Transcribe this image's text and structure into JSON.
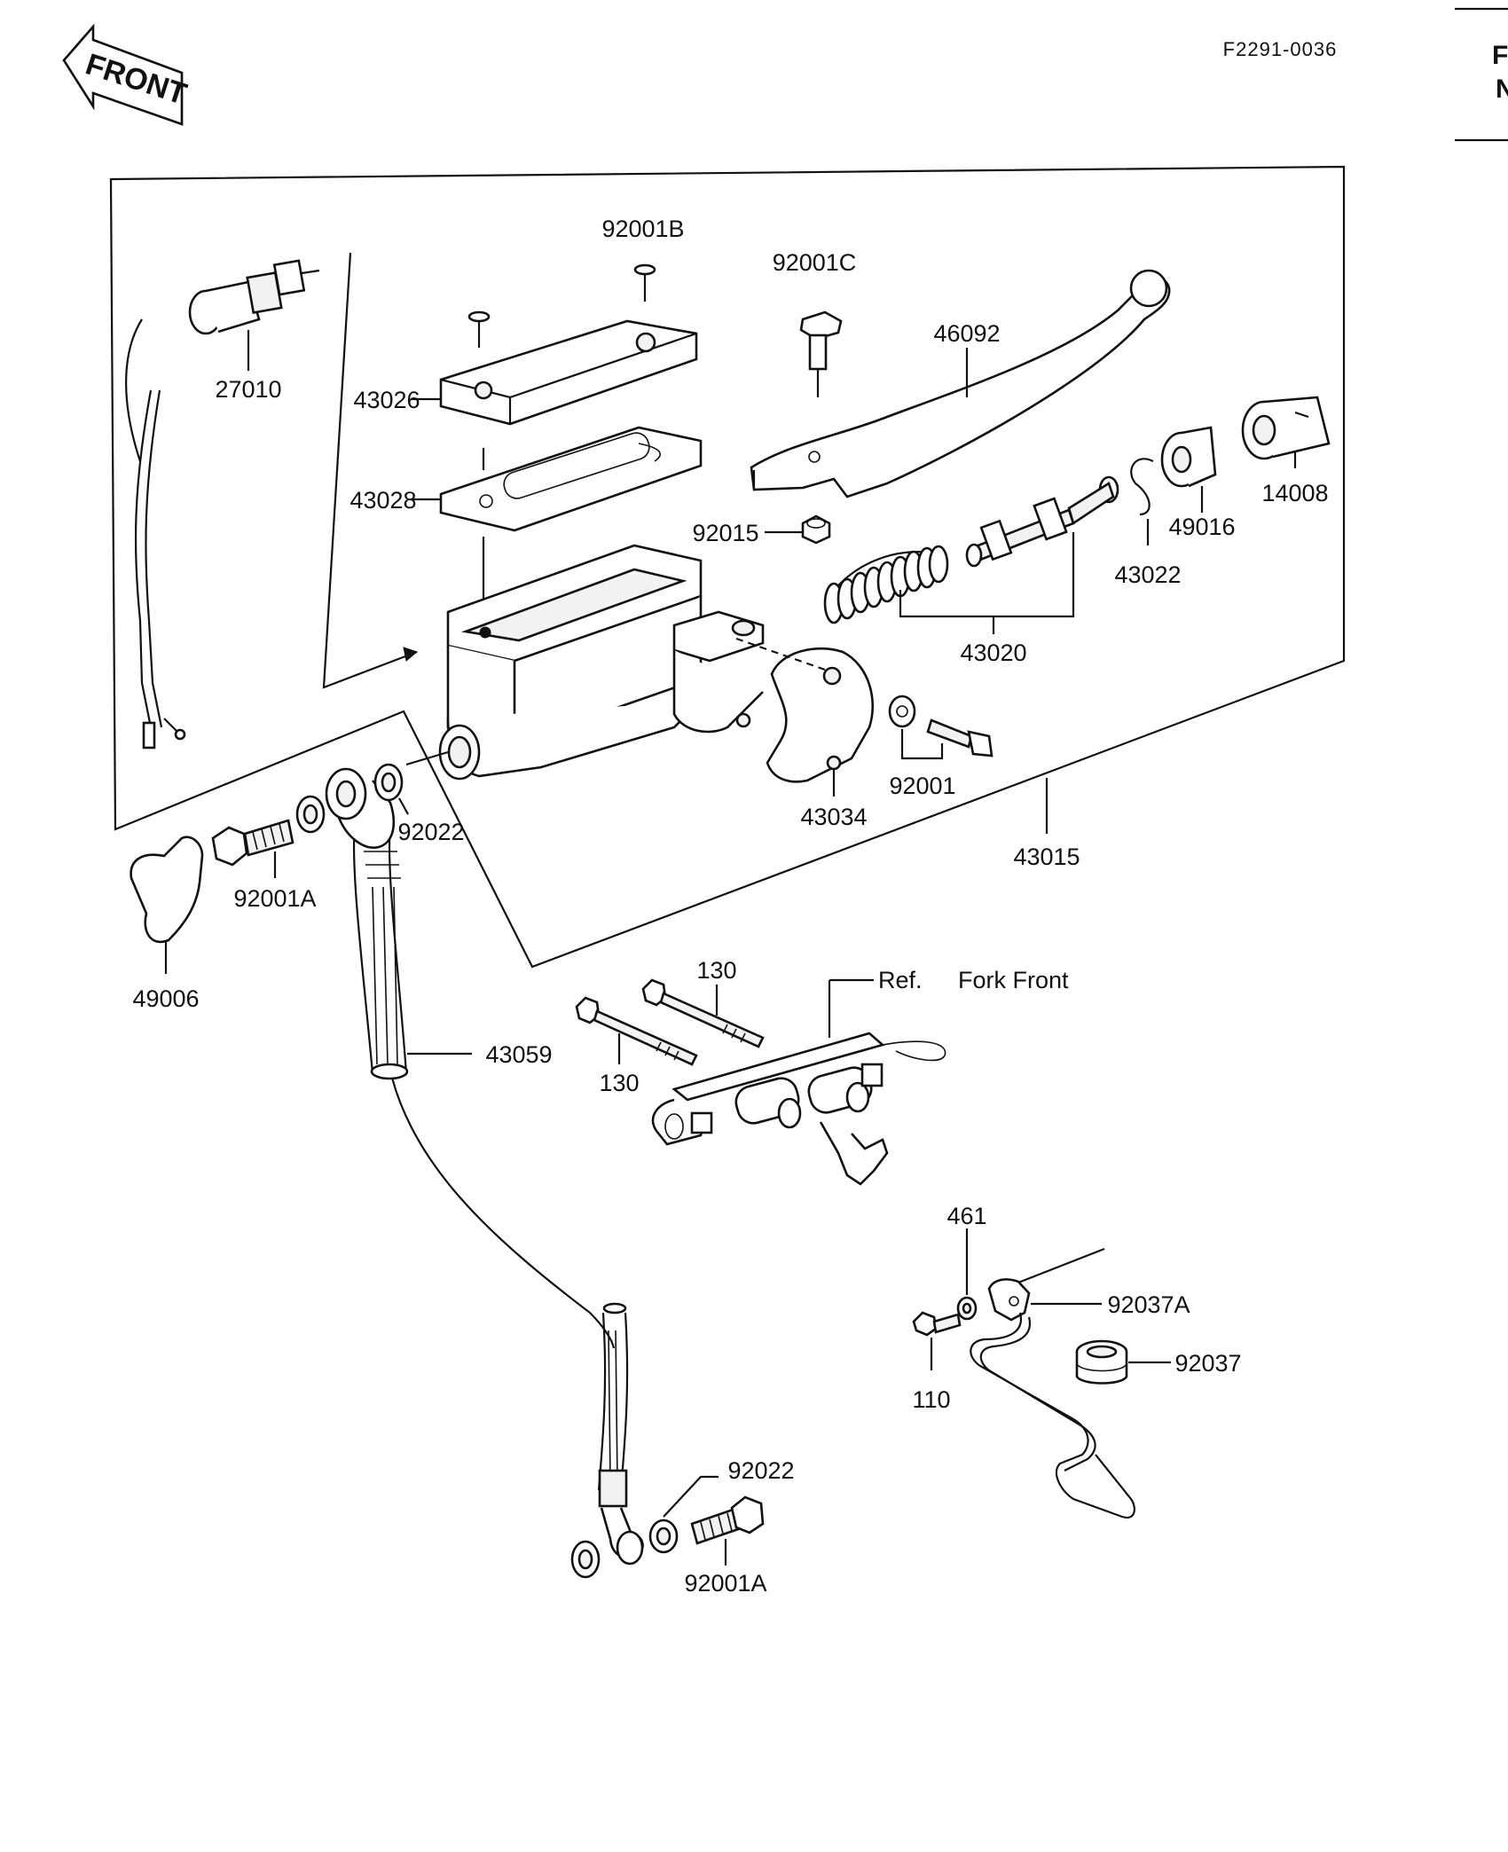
{
  "figure_code": "F2291-0036",
  "front_arrow_label": "FRONT",
  "edge_fragments": [
    "F",
    "N"
  ],
  "part_labels": {
    "p92001B": "92001B",
    "p92001C": "92001C",
    "p46092": "46092",
    "p27010": "27010",
    "p43026": "43026",
    "p43028": "43028",
    "p92015": "92015",
    "p14008": "14008",
    "p49016": "49016",
    "p43022": "43022",
    "p43020": "43020",
    "p92001": "92001",
    "p43034": "43034",
    "p43015": "43015",
    "p92022_top": "92022",
    "p92001A_top": "92001A",
    "p49006": "49006",
    "p43059": "43059",
    "p130_top": "130",
    "p130_bottom": "130",
    "ref": "Ref.",
    "fork_front": "Fork Front",
    "p461": "461",
    "p92037A": "92037A",
    "p92037": "92037",
    "p110": "110",
    "p92022_bottom": "92022",
    "p92001A_bottom": "92001A"
  },
  "icons": [
    "front-arrow-icon"
  ]
}
